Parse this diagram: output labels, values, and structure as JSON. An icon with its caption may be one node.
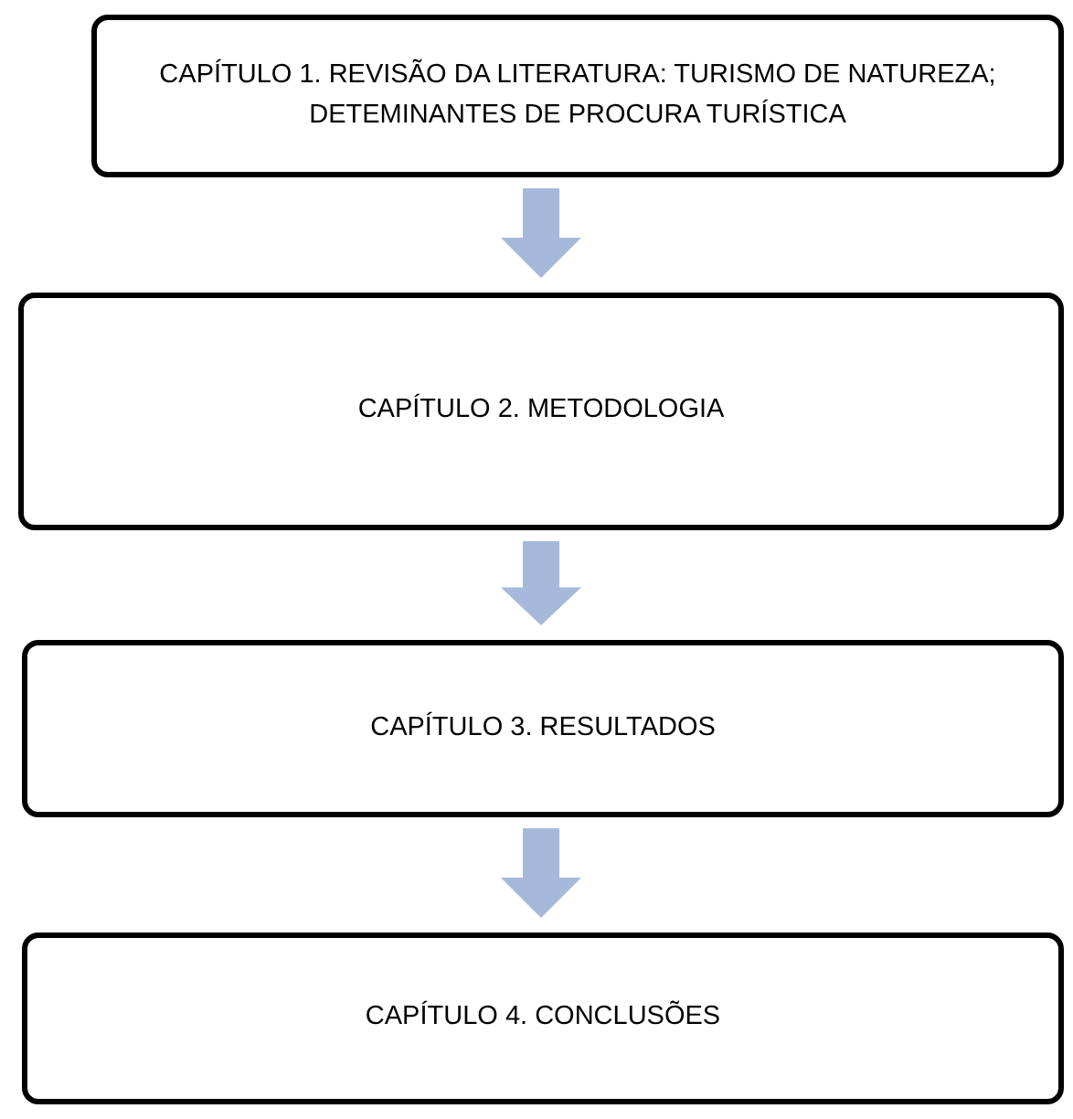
{
  "diagram": {
    "nodes": [
      {
        "text": [
          "CAPÍTULO 1. REVISÃO DA LITERATURA: TURISMO DE NATUREZA; DETEMINANTES DE PROCURA TURÍSTICA"
        ]
      },
      {
        "text": [
          "CAPÍTULO 2. METODOLOGIA"
        ]
      },
      {
        "text": [
          "CAPÍTULO 3. RESULTADOS"
        ]
      },
      {
        "text": [
          "CAPÍTULO 4. CONCLUSÕES"
        ]
      }
    ],
    "edges": [
      {
        "from": 0,
        "to": 1,
        "arrow": "to",
        "style": "thick",
        "color": "#a6b9da"
      },
      {
        "from": 1,
        "to": 2,
        "arrow": "to",
        "style": "thick",
        "color": "#a6b9da"
      },
      {
        "from": 2,
        "to": 3,
        "arrow": "to",
        "style": "thick",
        "color": "#a6b9da"
      }
    ]
  }
}
